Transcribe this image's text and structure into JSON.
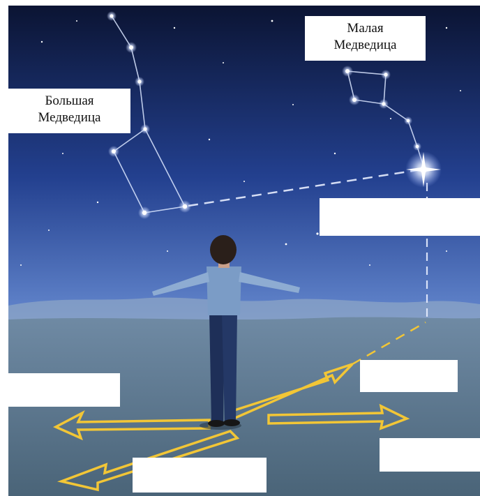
{
  "labels": {
    "big_dipper": [
      "Большая",
      "Медведица"
    ],
    "little_dipper": [
      "Малая",
      "Медведица"
    ]
  },
  "answer_boxes": [
    "",
    "",
    "",
    "",
    "",
    ""
  ],
  "colors": {
    "sky_top": "#0d1738",
    "sky_mid": "#2a4a9e",
    "sky_horizon": "#8aa6d8",
    "ground": "#5f7a8e",
    "arrow": "#f2c636",
    "star": "#ffffff",
    "polaris_glow": "#dfe9ff"
  }
}
